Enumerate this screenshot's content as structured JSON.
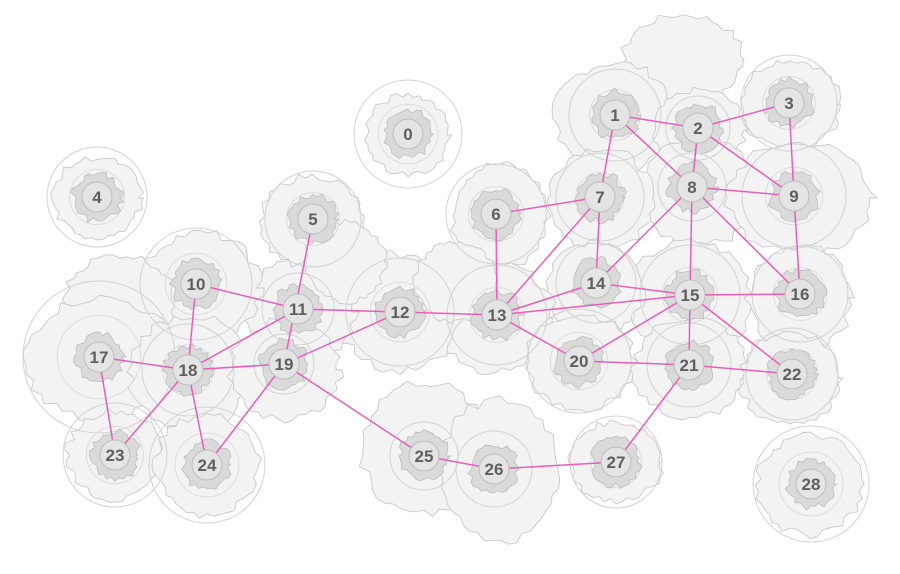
{
  "graph": {
    "colors": {
      "edge": "#e85fb6",
      "region_fill": "#f3f3f3",
      "region_stroke": "#c9c9c9",
      "label": "#5f5f5f"
    },
    "nodes": [
      {
        "id": "0"
      },
      {
        "id": "1"
      },
      {
        "id": "2"
      },
      {
        "id": "3"
      },
      {
        "id": "4"
      },
      {
        "id": "5"
      },
      {
        "id": "6"
      },
      {
        "id": "7"
      },
      {
        "id": "8"
      },
      {
        "id": "9"
      },
      {
        "id": "10"
      },
      {
        "id": "11"
      },
      {
        "id": "12"
      },
      {
        "id": "13"
      },
      {
        "id": "14"
      },
      {
        "id": "15"
      },
      {
        "id": "16"
      },
      {
        "id": "17"
      },
      {
        "id": "18"
      },
      {
        "id": "19"
      },
      {
        "id": "20"
      },
      {
        "id": "21"
      },
      {
        "id": "22"
      },
      {
        "id": "23"
      },
      {
        "id": "24"
      },
      {
        "id": "25"
      },
      {
        "id": "26"
      },
      {
        "id": "27"
      },
      {
        "id": "28"
      }
    ],
    "edges": [
      [
        "1",
        "2"
      ],
      [
        "1",
        "7"
      ],
      [
        "1",
        "8"
      ],
      [
        "2",
        "3"
      ],
      [
        "2",
        "8"
      ],
      [
        "2",
        "9"
      ],
      [
        "3",
        "9"
      ],
      [
        "5",
        "19"
      ],
      [
        "6",
        "7"
      ],
      [
        "6",
        "13"
      ],
      [
        "7",
        "14"
      ],
      [
        "7",
        "13"
      ],
      [
        "8",
        "9"
      ],
      [
        "8",
        "14"
      ],
      [
        "8",
        "15"
      ],
      [
        "8",
        "16"
      ],
      [
        "9",
        "16"
      ],
      [
        "10",
        "11"
      ],
      [
        "10",
        "18"
      ],
      [
        "11",
        "12"
      ],
      [
        "11",
        "18"
      ],
      [
        "12",
        "13"
      ],
      [
        "12",
        "19"
      ],
      [
        "13",
        "14"
      ],
      [
        "13",
        "15"
      ],
      [
        "13",
        "20"
      ],
      [
        "14",
        "15"
      ],
      [
        "15",
        "16"
      ],
      [
        "15",
        "20"
      ],
      [
        "15",
        "22"
      ],
      [
        "15",
        "21"
      ],
      [
        "17",
        "18"
      ],
      [
        "17",
        "23"
      ],
      [
        "18",
        "19"
      ],
      [
        "18",
        "23"
      ],
      [
        "18",
        "24"
      ],
      [
        "19",
        "24"
      ],
      [
        "19",
        "25"
      ],
      [
        "20",
        "21"
      ],
      [
        "21",
        "22"
      ],
      [
        "21",
        "27"
      ],
      [
        "25",
        "26"
      ],
      [
        "26",
        "27"
      ]
    ]
  }
}
